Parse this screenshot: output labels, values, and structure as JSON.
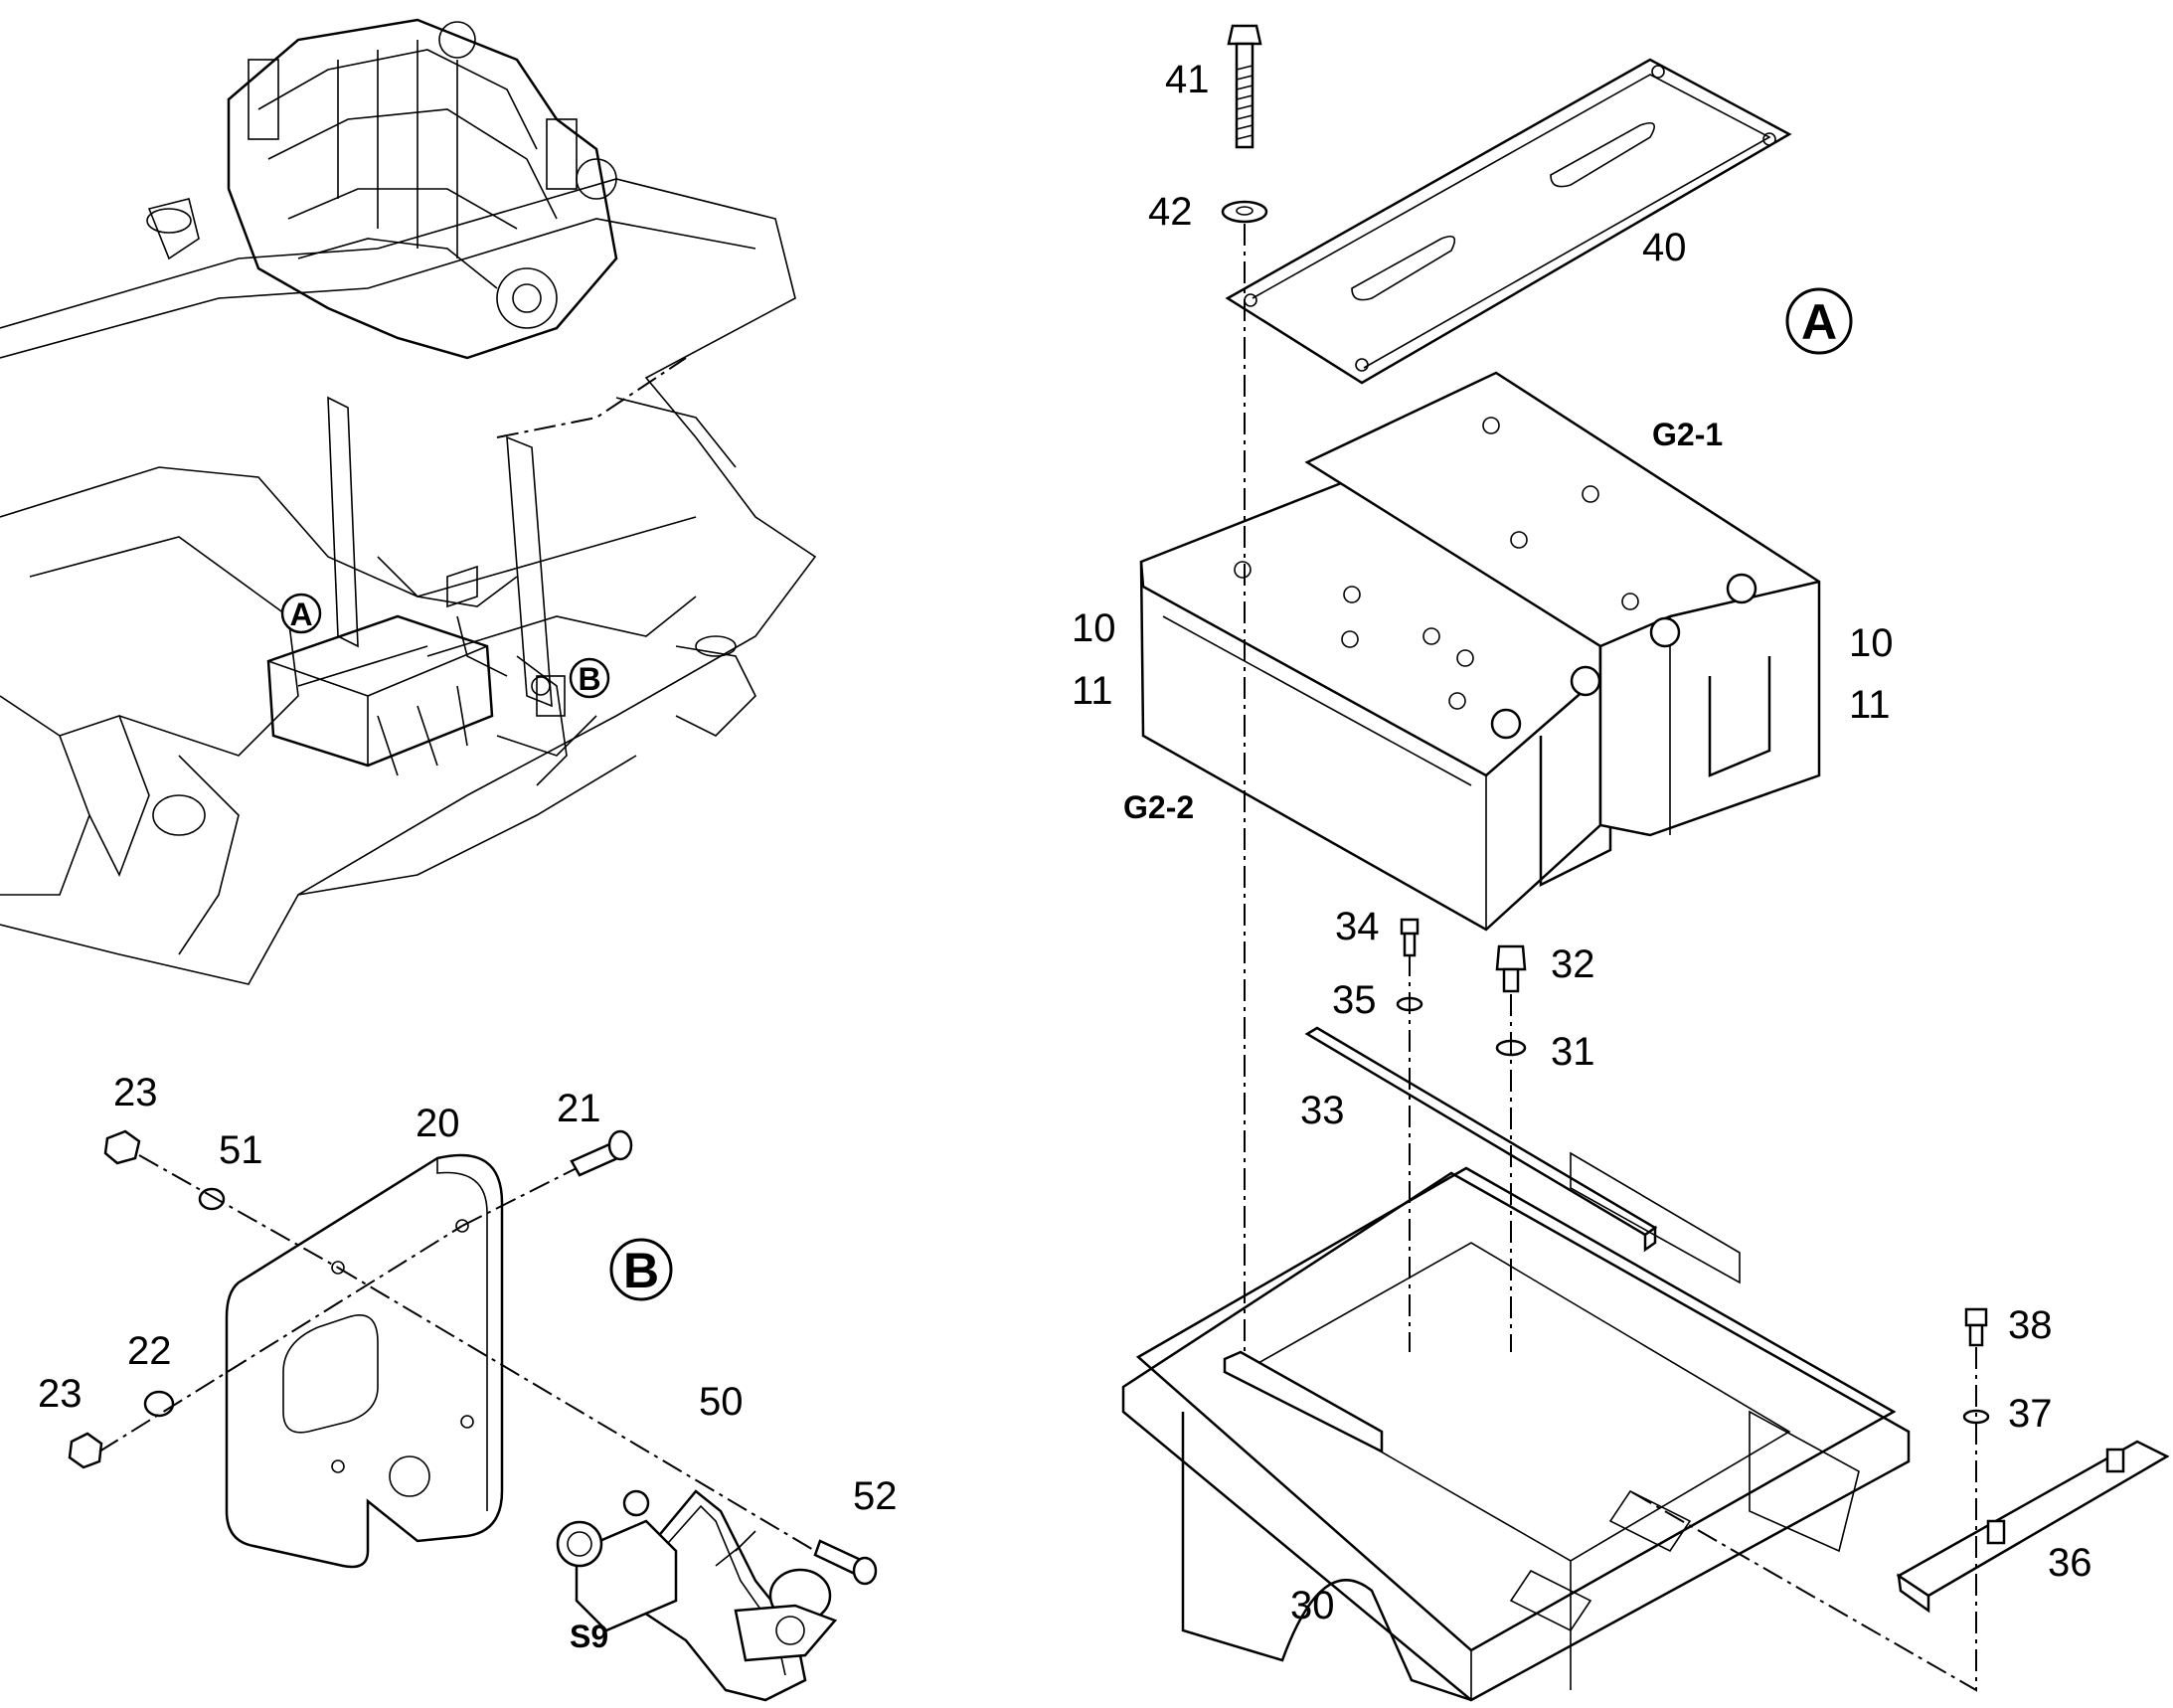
{
  "diagram": {
    "views": {
      "A": {
        "letter": "A"
      },
      "B": {
        "letter": "B"
      }
    },
    "overview_markers": {
      "A": "A",
      "B": "B"
    },
    "callouts": {
      "c41": "41",
      "c42": "42",
      "c40": "40",
      "c10_left": "10",
      "c11_left": "11",
      "c10_right": "10",
      "c11_right": "11",
      "c34": "34",
      "c35": "35",
      "c32": "32",
      "c31": "31",
      "c33": "33",
      "c38": "38",
      "c37": "37",
      "c36": "36",
      "c30": "30",
      "c23_top": "23",
      "c51": "51",
      "c20": "20",
      "c21": "21",
      "c22": "22",
      "c23_bottom": "23",
      "c50": "50",
      "c52": "52"
    },
    "part_labels": {
      "g2_1": "G2-1",
      "g2_2": "G2-2",
      "s9": "S9"
    }
  }
}
